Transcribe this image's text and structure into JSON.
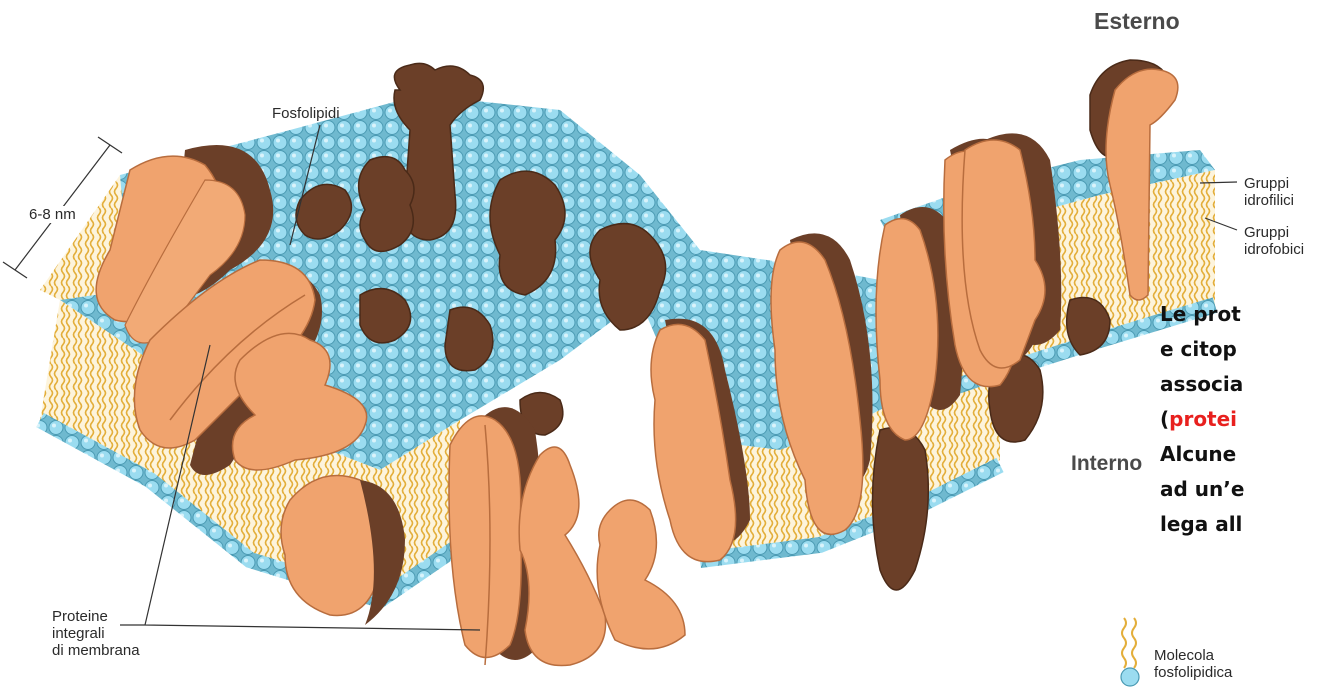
{
  "labels": {
    "esterno": "Esterno",
    "interno": "Interno",
    "fosfolipidi": "Fosfolipidi",
    "thickness": "6-8 nm",
    "gruppi_idrofilici": [
      "Gruppi",
      "idrofilici"
    ],
    "gruppi_idrofobici": [
      "Gruppi",
      "idrofobici"
    ],
    "proteine_integrali": [
      "Proteine",
      "integrali",
      "di membrana"
    ],
    "molecola": [
      "Molecola",
      "fosfolipidica"
    ]
  },
  "text_block": {
    "line1": "Le prot",
    "line2": "e  citop",
    "line3": "associa",
    "line4_open": "(",
    "line4_red": "protei",
    "line5": "Alcune",
    "line6": "ad un’e",
    "line7": "lega all"
  },
  "colors": {
    "protein_face": "#f0a36e",
    "protein_side": "#6b3f28",
    "protein_dark": "#7a4a30",
    "head": "#8fd3e8",
    "head_stroke": "#4a9ab3",
    "tail": "#e8b84a",
    "bilayer_fill": "#fdf4dc",
    "red_text": "#e8201e"
  }
}
